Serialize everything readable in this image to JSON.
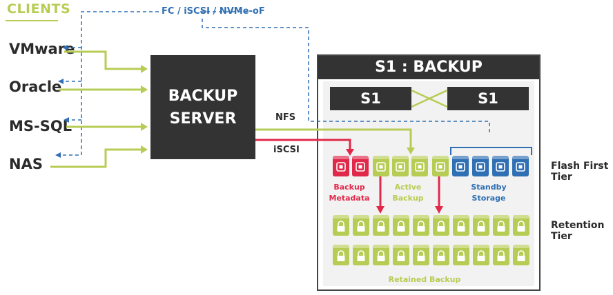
{
  "clients": {
    "title": "CLIENTS",
    "items": [
      "VMware",
      "Oracle",
      "MS-SQL",
      "NAS"
    ]
  },
  "protocol_label": "FC / iSCSI / NVMe-oF",
  "backup_server": {
    "line1": "BACKUP",
    "line2": "SERVER"
  },
  "links": {
    "nfs": "NFS",
    "iscsi": "iSCSI"
  },
  "array": {
    "title": "S1 : BACKUP",
    "node_a": "S1",
    "node_b": "S1",
    "groups": {
      "metadata": [
        "Backup",
        "Metadata"
      ],
      "active": [
        "Active",
        "Backup"
      ],
      "standby": [
        "Standby",
        "Storage"
      ],
      "retained": "Retained Backup"
    }
  },
  "tiers": {
    "flash": "Flash First Tier",
    "retention": "Retention Tier"
  },
  "colors": {
    "green": "#b7cc54",
    "red": "#e0294a",
    "blue": "#2f6fb3",
    "dark": "#333333",
    "icons": {
      "flash_disk": "ssd-chip-icon",
      "retention_disk": "lock-disk-icon"
    }
  }
}
